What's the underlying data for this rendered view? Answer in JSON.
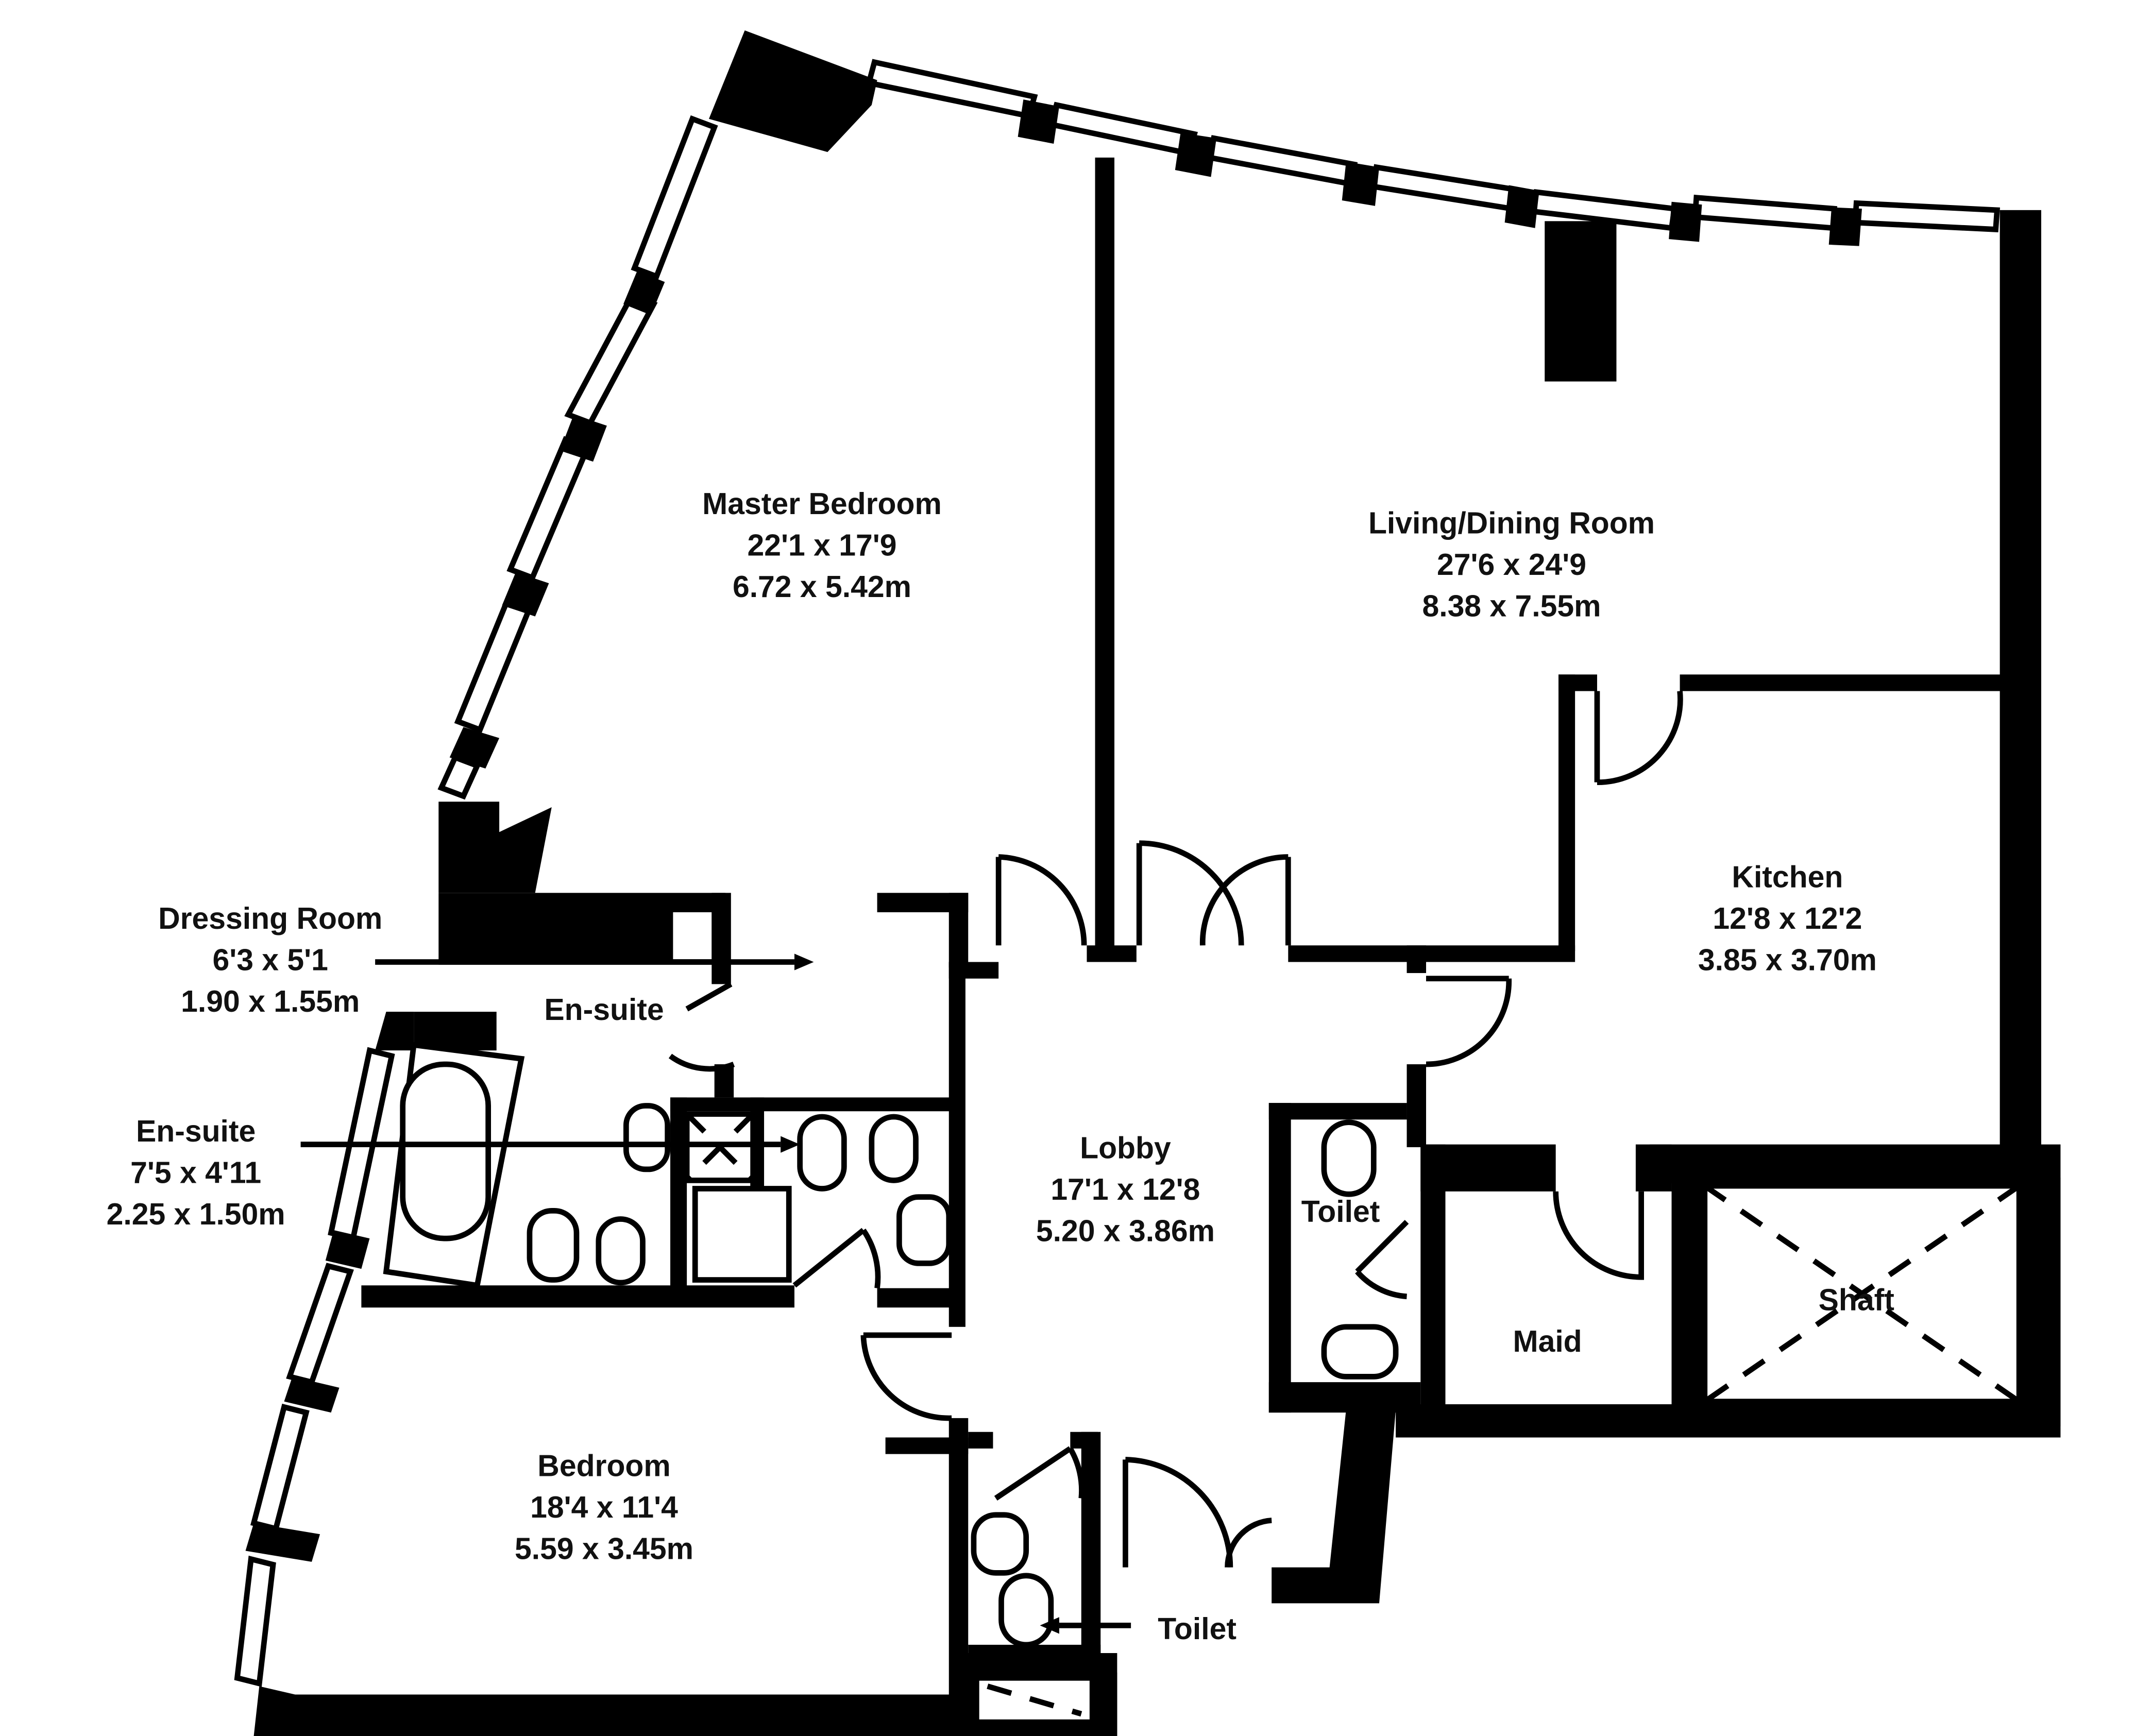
{
  "rooms": {
    "master_bedroom": {
      "name": "Master Bedroom",
      "imperial": "22'1 x 17'9",
      "metric": "6.72 x 5.42m"
    },
    "living_dining": {
      "name": "Living/Dining Room",
      "imperial": "27'6 x 24'9",
      "metric": "8.38 x 7.55m"
    },
    "dressing_room": {
      "name": "Dressing Room",
      "imperial": "6'3 x 5'1",
      "metric": "1.90 x 1.55m"
    },
    "ensuite_upper": {
      "name": "En-suite"
    },
    "ensuite_left": {
      "name": "En-suite",
      "imperial": "7'5 x 4'11",
      "metric": "2.25 x 1.50m"
    },
    "kitchen": {
      "name": "Kitchen",
      "imperial": "12'8 x 12'2",
      "metric": "3.85 x 3.70m"
    },
    "lobby": {
      "name": "Lobby",
      "imperial": "17'1 x 12'8",
      "metric": "5.20 x 3.86m"
    },
    "toilet_maid": {
      "name": "Toilet"
    },
    "maid": {
      "name": "Maid"
    },
    "shaft": {
      "name": "Shaft"
    },
    "bedroom": {
      "name": "Bedroom",
      "imperial": "18'4 x 11'4",
      "metric": "5.59 x 3.45m"
    },
    "toilet_lower": {
      "name": "Toilet"
    }
  },
  "colors": {
    "wall": "#000000",
    "background": "#ffffff",
    "text": "#111111"
  }
}
